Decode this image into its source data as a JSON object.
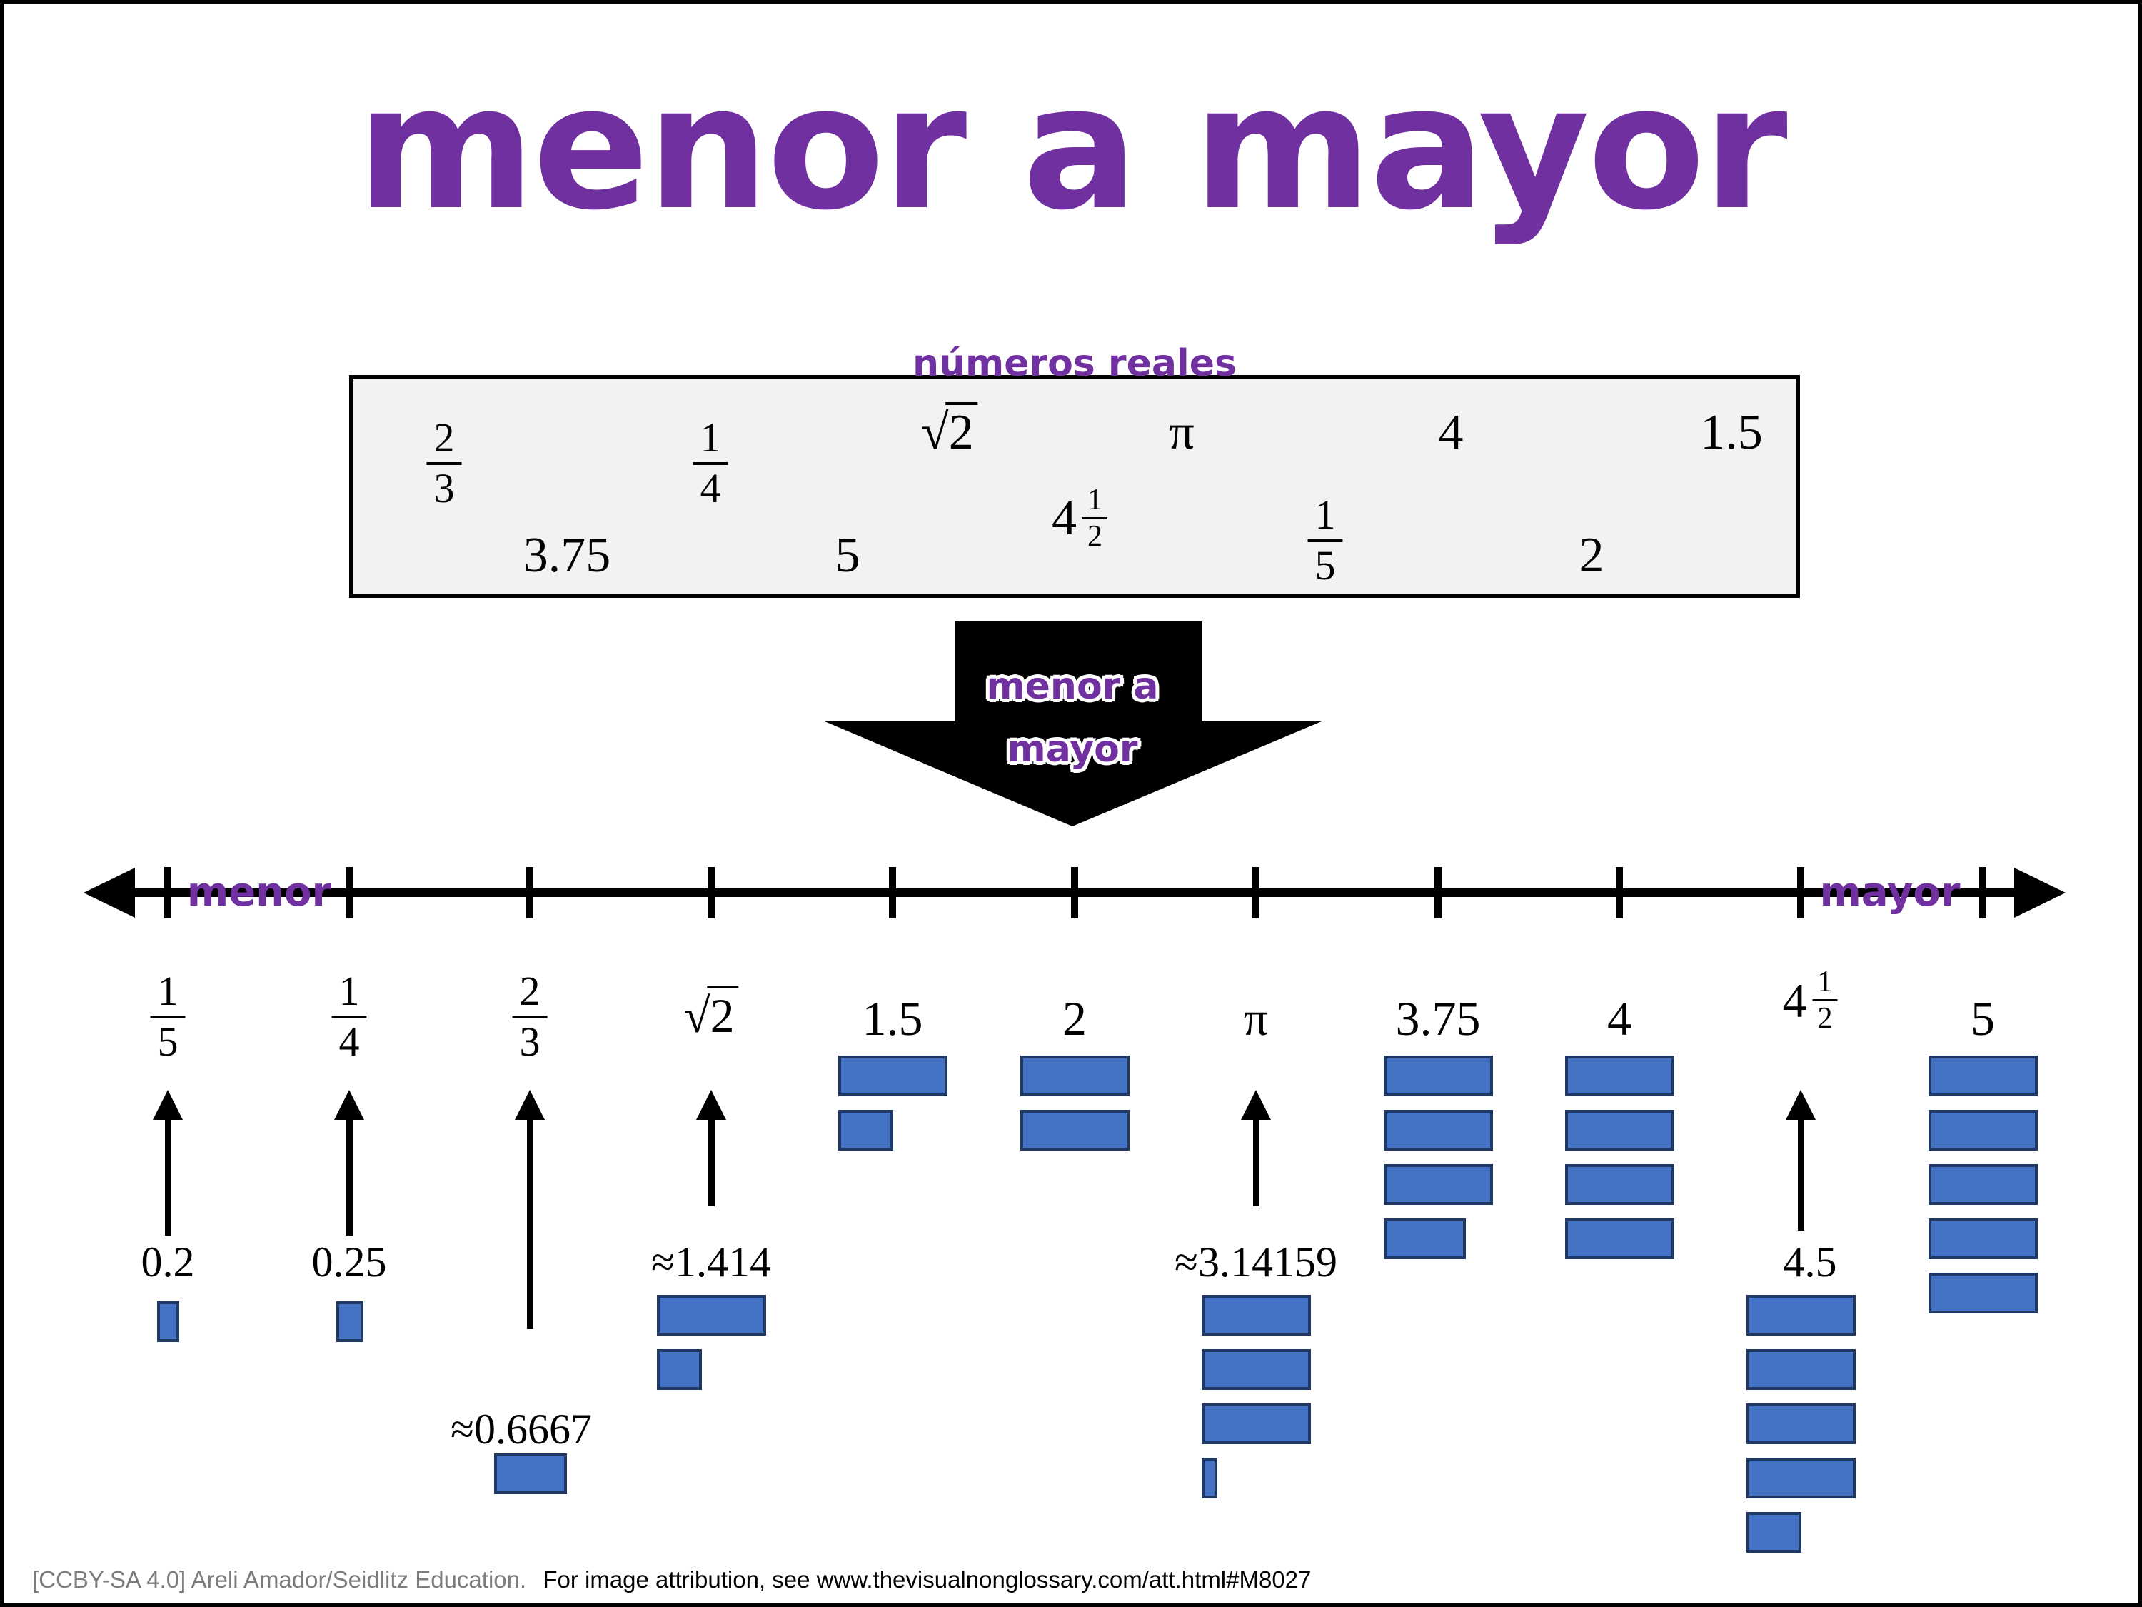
{
  "title": "menor a mayor",
  "colors": {
    "purple": "#7030A0",
    "bar_fill": "#4472C4",
    "bar_border": "#1F3864",
    "box_fill": "#F2F2F2"
  },
  "real_numbers_box": {
    "label": "números reales",
    "values": [
      {
        "num": "2",
        "den": "3"
      },
      {
        "num": "1",
        "den": "4"
      },
      {
        "radical": "√",
        "radicand": "2"
      },
      {
        "text": "π"
      },
      {
        "text": "4"
      },
      {
        "text": "1.5"
      },
      {
        "text": "3.75"
      },
      {
        "text": "5"
      },
      {
        "whole": "4",
        "num": "1",
        "den": "2"
      },
      {
        "num": "1",
        "den": "5"
      },
      {
        "text": "2"
      }
    ]
  },
  "big_arrow": {
    "line1": "menor a",
    "line2": "mayor"
  },
  "number_line": {
    "left_label": "menor",
    "right_label": "mayor",
    "tick_count": 11
  },
  "ordered_items": [
    {
      "num": "1",
      "den": "5",
      "decimal": "0.2",
      "bars": [
        0.2
      ]
    },
    {
      "num": "1",
      "den": "4",
      "decimal": "0.25",
      "bars": [
        0.25
      ]
    },
    {
      "num": "2",
      "den": "3",
      "decimal": "≈0.6667",
      "bars": [
        0.6667
      ]
    },
    {
      "radical": "√",
      "radicand": "2",
      "decimal": "≈1.414",
      "bars": [
        1,
        0.414
      ]
    },
    {
      "text": "1.5",
      "bars": [
        1,
        0.5
      ]
    },
    {
      "text": "2",
      "bars": [
        1,
        1
      ]
    },
    {
      "text": "π",
      "decimal": "≈3.14159",
      "bars": [
        1,
        1,
        1,
        0.1416
      ]
    },
    {
      "text": "3.75",
      "bars": [
        1,
        1,
        1,
        0.75
      ]
    },
    {
      "text": "4",
      "bars": [
        1,
        1,
        1,
        1
      ]
    },
    {
      "whole": "4",
      "num": "1",
      "den": "2",
      "decimal": "4.5",
      "bars": [
        1,
        1,
        1,
        1,
        0.5
      ]
    },
    {
      "text": "5",
      "bars": [
        1,
        1,
        1,
        1,
        1
      ]
    }
  ],
  "attribution": {
    "license": "[CCBY-SA 4.0] Areli Amador/Seidlitz Education.",
    "note": "For image attribution, see www.thevisualnonglossary.com/att.html#M8027"
  }
}
